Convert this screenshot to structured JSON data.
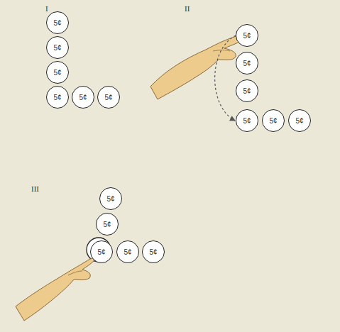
{
  "diagram": {
    "nodes": [
      {
        "text": [
          "5¢"
        ]
      },
      {
        "text": [
          "5¢"
        ]
      },
      {
        "text": [
          "5¢"
        ]
      },
      {
        "text": [
          "5¢"
        ]
      },
      {
        "text": [
          "5¢"
        ]
      },
      {
        "text": [
          "5¢"
        ]
      },
      {
        "text": [
          "5¢"
        ]
      },
      {
        "text": [
          "5¢"
        ]
      },
      {
        "text": [
          "5¢"
        ]
      },
      {
        "text": [
          "5¢"
        ]
      },
      {
        "text": [
          "5¢"
        ]
      },
      {
        "text": [
          "5¢"
        ]
      },
      {
        "text": [
          "5¢"
        ]
      },
      {
        "text": [
          "5¢"
        ]
      },
      {
        "text": [
          "5¢"
        ]
      },
      {
        "text": [
          "5¢"
        ]
      },
      {
        "text": [
          "5¢"
        ]
      }
    ],
    "edges": [
      {
        "from": 6,
        "to": 9,
        "arrow": "to"
      }
    ],
    "labels": [
      "I",
      "II",
      "III"
    ]
  }
}
